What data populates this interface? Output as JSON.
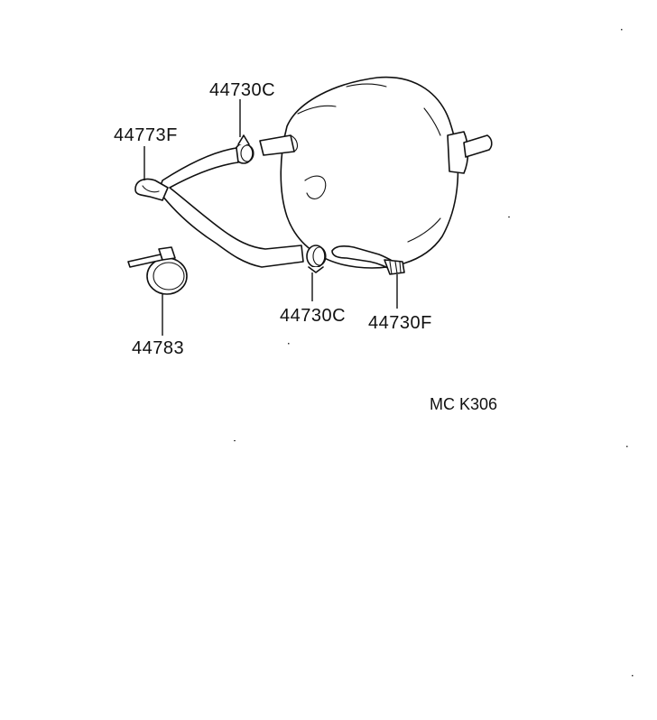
{
  "parts": {
    "clamp_upper": "44730C",
    "hose": "44773F",
    "clamp_loose": "44783",
    "clamp_lower": "44730C",
    "check_valve": "44730F"
  },
  "diagram_code": "MC K306"
}
